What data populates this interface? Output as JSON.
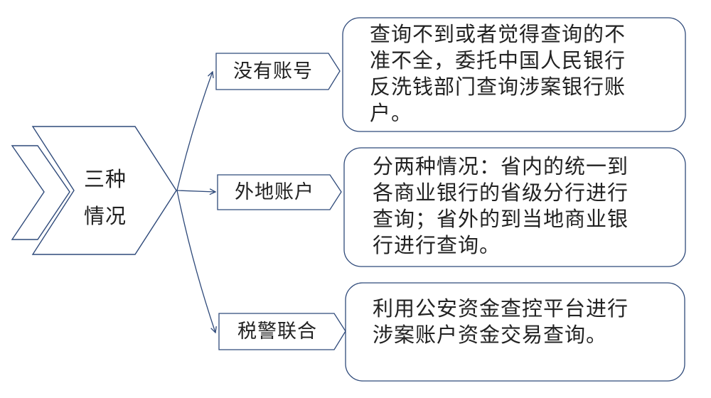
{
  "center": {
    "text": "三种\n情况"
  },
  "branches": [
    {
      "label": "没有账号",
      "description": "查询不到或者觉得查询的不\n准不全，委托中国人民银行\n反洗钱部门查询涉案银行账\n户。"
    },
    {
      "label": "外地账户",
      "description": "分两种情况：省内的统一到\n各商业银行的省级分行进行\n查询；省外的到当地商业银\n行进行查询。"
    },
    {
      "label": "税警联合",
      "description": "利用公安资金查控平台进行\n涉案账户资金交易查询。"
    }
  ],
  "colors": {
    "outline": "#2f4a7a",
    "text": "#222222"
  }
}
